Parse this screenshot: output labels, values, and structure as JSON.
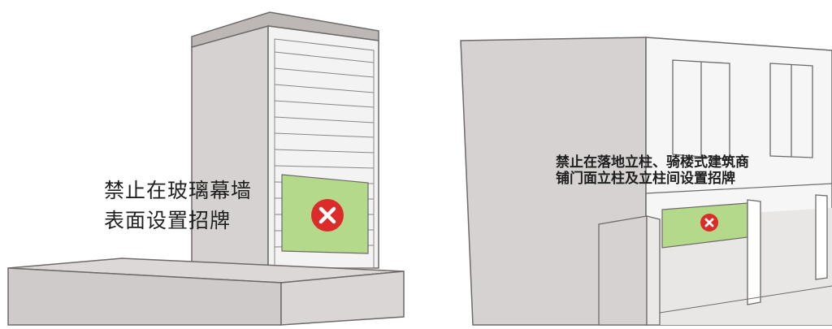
{
  "panels": [
    {
      "caption_lines": [
        "禁止在玻璃幕墙",
        "表面设置招牌"
      ],
      "sign_icon": "x-mark-icon"
    },
    {
      "caption_lines": [
        "禁止在落地立柱、骑楼式建筑商",
        "铺门面立柱及立柱间设置招牌"
      ],
      "sign_icon": "x-mark-icon"
    }
  ],
  "colors": {
    "wall": "#d6d2d1",
    "wall_dark": "#c9c5c4",
    "roof": "#bdb8b6",
    "outline": "#6e6a69",
    "sign": "#b5d98a",
    "prohibit": "#dc2b2b"
  }
}
